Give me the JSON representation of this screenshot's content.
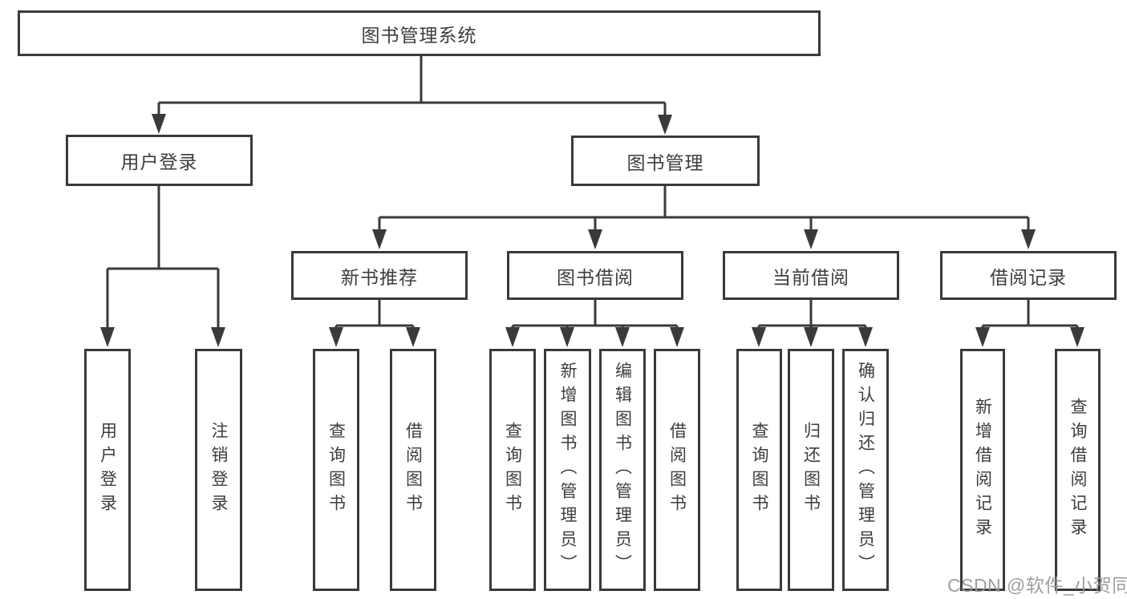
{
  "colors": {
    "background": "#ffffff",
    "border": "#3a3a3a",
    "line": "#3a3a3a",
    "text": "#3d3d3d",
    "watermark": "#969696"
  },
  "watermark": {
    "text": "CSDN @软件_小贺同学"
  },
  "diagram": {
    "type": "tree",
    "root": {
      "label": "图书管理系统",
      "children": [
        {
          "label": "用户登录",
          "children": [
            {
              "label": "用户登录"
            },
            {
              "label": "注销登录"
            }
          ]
        },
        {
          "label": "图书管理",
          "children": [
            {
              "label": "新书推荐",
              "children": [
                {
                  "label": "查询图书"
                },
                {
                  "label": "借阅图书"
                }
              ]
            },
            {
              "label": "图书借阅",
              "children": [
                {
                  "label": "查询图书"
                },
                {
                  "label": "新增图书（管理员）"
                },
                {
                  "label": "编辑图书（管理员）"
                },
                {
                  "label": "借阅图书"
                }
              ]
            },
            {
              "label": "当前借阅",
              "children": [
                {
                  "label": "查询图书"
                },
                {
                  "label": "归还图书"
                },
                {
                  "label": "确认归还（管理员）"
                }
              ]
            },
            {
              "label": "借阅记录",
              "children": [
                {
                  "label": "新增借阅记录"
                },
                {
                  "label": "查询借阅记录"
                }
              ]
            }
          ]
        }
      ]
    }
  }
}
